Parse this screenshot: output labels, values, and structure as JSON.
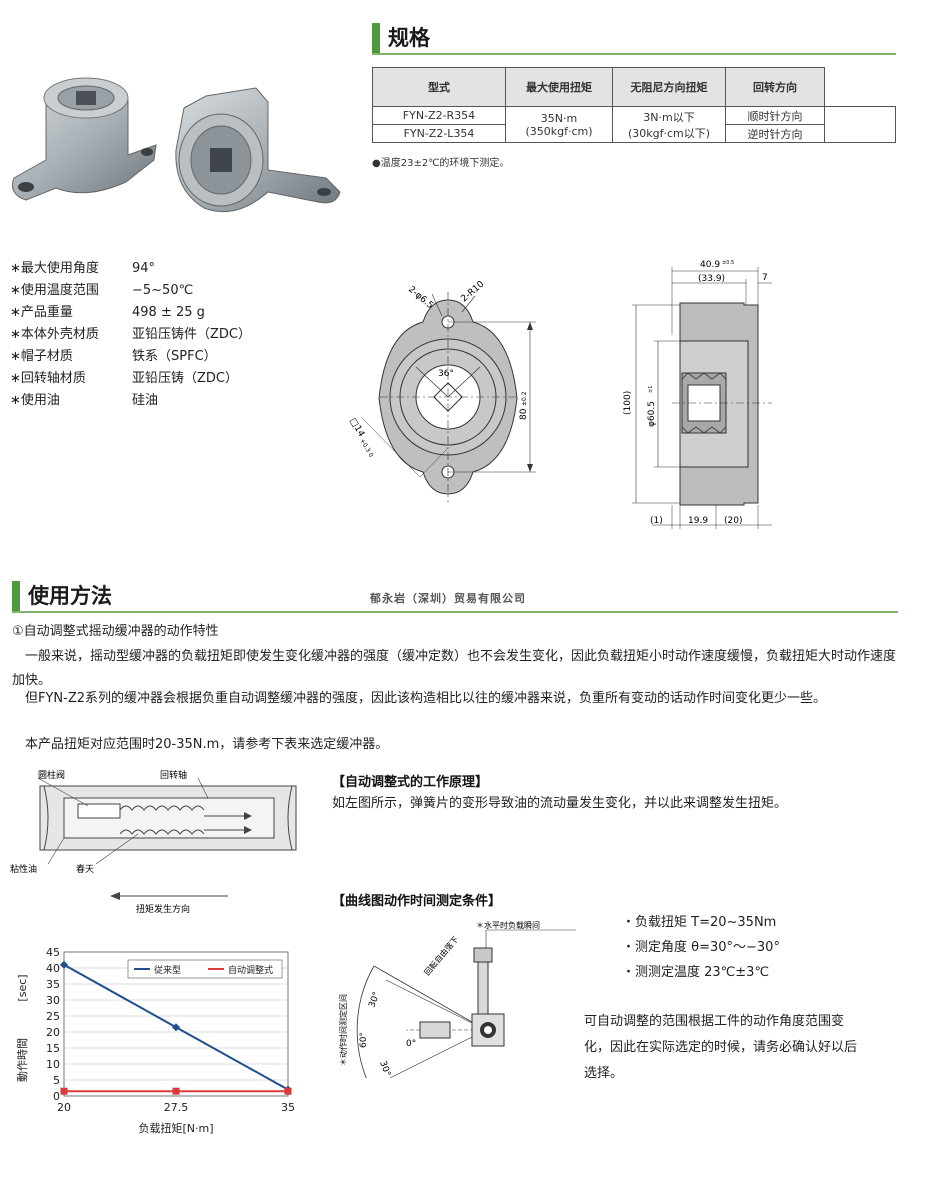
{
  "spec": {
    "title": "规格",
    "headers": [
      "型式",
      "最大使用扭矩",
      "无阻尼方向扭矩",
      "回转方向"
    ],
    "models": [
      "FYN-Z2-R354",
      "FYN-Z2-L354"
    ],
    "max_torque_line1": "35N·m",
    "max_torque_line2": "(350kgf·cm)",
    "free_torque_line1": "3N·m以下",
    "free_torque_line2": "(30kgf·cm以下)",
    "rotation": [
      "顺时针方向",
      "逆时针方向"
    ],
    "note": "●温度23±2℃的环境下测定。"
  },
  "properties": [
    {
      "label": "∗最大使用角度",
      "value": "94°"
    },
    {
      "label": "∗使用温度范围",
      "value": "−5~50℃"
    },
    {
      "label": "∗产品重量",
      "value": "498 ± 25 g"
    },
    {
      "label": "∗本体外壳材质",
      "value": "亚铅压铸件（ZDC）"
    },
    {
      "label": "∗帽子材质",
      "value": "铁系（SPFC）"
    },
    {
      "label": "∗回转轴材质",
      "value": "亚铅压铸（ZDC）"
    },
    {
      "label": "∗使用油",
      "value": "硅油"
    }
  ],
  "drawing_front": {
    "hole_label": "2-φ6.5",
    "radius_label": "2-R10",
    "angle_label": "36°",
    "height_label": "80",
    "height_tol": "±0.2",
    "square_label": "□14",
    "square_tol": "+0.3 0"
  },
  "drawing_side": {
    "top_dim": "40.9",
    "top_tol": "±0.5",
    "top_dim2": "(33.9)",
    "flange_dim": "7",
    "height_dim": "(100)",
    "bore_dim": "φ60.5",
    "bore_tol": "±1",
    "bottom_dims": [
      "(1)",
      "19.9",
      "(20)"
    ]
  },
  "usage": {
    "title": "使用方法",
    "watermark": "郁永岩（深圳）贸易有限公司",
    "subheading": "①自动调整式摇动缓冲器的动作特性",
    "paragraphs": [
      "一般来说，摇动型缓冲器的负载扭矩即使发生变化缓冲器的强度（缓冲定数）也不会发生变化，因此负载扭矩小时动作速度缓慢，负载扭矩大时动作速度加快。",
      "但FYN-Z2系列的缓冲器会根据负重自动调整缓冲器的强度，因此该构造相比以往的缓冲器来说，负重所有变动的话动作时间变化更少一些。",
      "本产品扭矩对应范围时20-35N.m，请参考下表来选定缓冲器。"
    ]
  },
  "mechanism": {
    "label_valve": "圆柱阀",
    "label_shaft": "回转轴",
    "label_oil": "粘性油",
    "label_spring": "春天",
    "arrow_caption": "扭矩发生方向"
  },
  "principle": {
    "title": "【自动调整式的工作原理】",
    "text": "如左图所示，弹簧片的变形导致油的流动量发生变化，并以此来调整发生扭矩。"
  },
  "condition": {
    "title": "【曲线图动作时间测定条件】",
    "label_top": "＊水平时负载瞬间",
    "label_fall": "回転自由落下",
    "label_side": "＊动作时间测定区间",
    "angles": [
      "30°",
      "60°",
      "0°",
      "30°"
    ],
    "items": [
      "・负载扭矩 T=20~35Nm",
      "・测定角度 θ=30°～−30°",
      "・测测定温度 23℃±3℃"
    ],
    "note_lines": [
      "可自动调整的范围根据工件的动作角度范围变",
      "化，因此在实际选定的时候，请务必确认好以后",
      "选择。"
    ]
  },
  "chart_data": {
    "type": "line",
    "x": [
      20,
      27.5,
      35
    ],
    "series": [
      {
        "name": "従来型",
        "values": [
          41,
          21.5,
          2
        ],
        "color": "#1f4e8c"
      },
      {
        "name": "自动调整式",
        "values": [
          1.5,
          1.5,
          1.5
        ],
        "color": "#d93a3a"
      }
    ],
    "xticks": [
      "20",
      "27.5",
      "35"
    ],
    "yticks": [
      "0",
      "5",
      "10",
      "15",
      "20",
      "25",
      "30",
      "35",
      "40",
      "45"
    ],
    "xlabel": "负载扭矩[N·m]",
    "ylabel": "動作時間",
    "yunit": "[sec]",
    "xlim": [
      20,
      35
    ],
    "ylim": [
      0,
      45
    ],
    "grid": true,
    "legend": "top-right"
  }
}
